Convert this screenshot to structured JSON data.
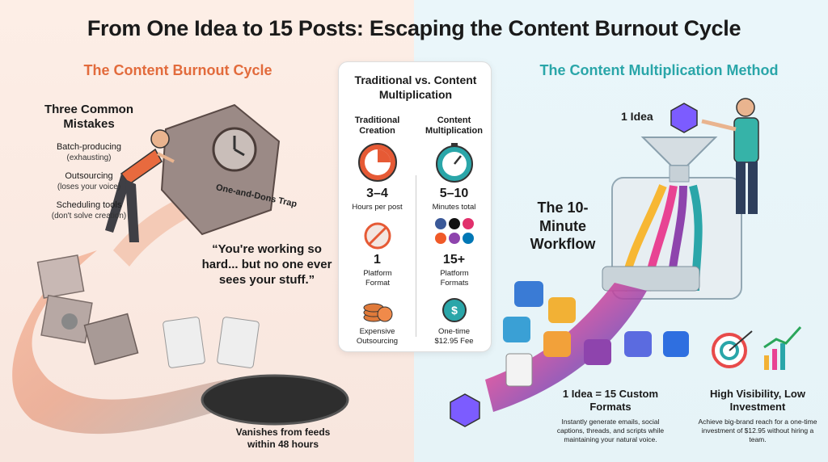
{
  "title": "From One Idea to 15 Posts: Escaping the Content Burnout Cycle",
  "left": {
    "heading": "The Content Burnout Cycle",
    "mistakes_heading": "Three Common Mistakes",
    "mistakes": [
      {
        "label": "Batch-producing",
        "note": "(exhausting)"
      },
      {
        "label": "Outsourcing",
        "note": "(loses your voice)"
      },
      {
        "label": "Scheduling tools",
        "note": "(don't solve creation)"
      }
    ],
    "trap_label": "One-and-Dons Trap",
    "quote": "“You're working so hard... but no one ever sees your stuff.”",
    "vanish": "Vanishes from feeds within 48 hours",
    "colors": {
      "accent": "#e26b3c"
    }
  },
  "comparison": {
    "title": "Traditional vs. Content Multiplication",
    "traditional": {
      "heading": "Traditional Creation",
      "time_value": "3–4",
      "time_label": "Hours per post",
      "format_value": "1",
      "format_label": "Platform Format",
      "cost_label": "Expensive Outsourcing",
      "icons": [
        "clock-icon",
        "no-entry-icon",
        "coins-icon"
      ]
    },
    "multiplication": {
      "heading": "Content Multiplication",
      "time_value": "5–10",
      "time_label": "Minutes total",
      "format_value": "15+",
      "format_label": "Platform Formats",
      "cost_label": "One-time $12.95 Fee",
      "icons": [
        "stopwatch-icon",
        "social-icons",
        "dollar-coin-icon"
      ]
    }
  },
  "right": {
    "heading": "The Content Multiplication Method",
    "one_idea": "1 Idea",
    "workflow": "The 10-Minute Workflow",
    "formats_heading": "1 Idea = 15 Custom Formats",
    "formats_text": "Instantly generate emails, social captions, threads, and scripts while maintaining your natural voice.",
    "visibility_heading": "High Visibility, Low Investment",
    "visibility_text": "Achieve big-brand reach for a one-time investment of $12.95 without hiring a team.",
    "colors": {
      "accent": "#2aa6a9"
    }
  }
}
